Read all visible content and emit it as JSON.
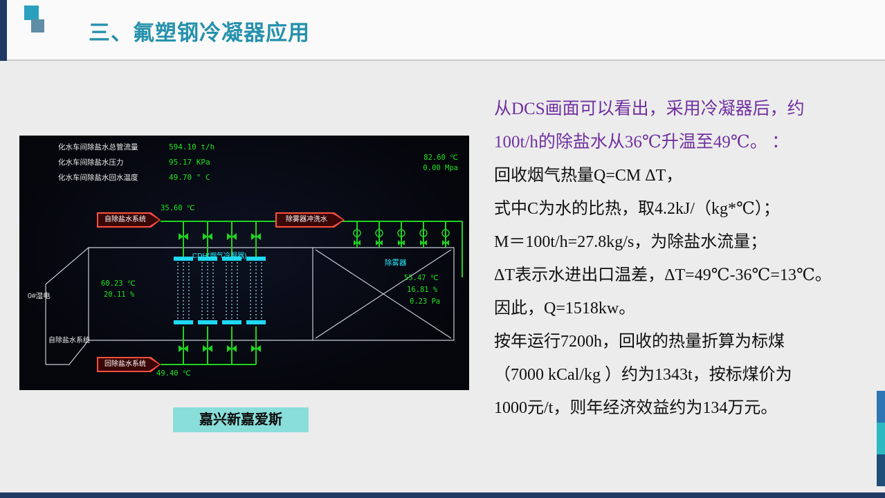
{
  "header": {
    "title": "三、氟塑钢冷凝器应用"
  },
  "dcs": {
    "readings": [
      {
        "label": "化水车间除盐水总管流量",
        "value": "594.10 t/h"
      },
      {
        "label": "化水车间除盐水压力",
        "value": "95.17 KPa"
      },
      {
        "label": "化水车间除盐水回水温度",
        "value": "49.70 ° C"
      }
    ],
    "stack_temp": "82.60 ℃",
    "stack_pressure": "0.00 Mpa",
    "inlet_water_temp": "35.60 ℃",
    "return_water_temp": "49.40 ℃",
    "tag_supply": "自除盐水系统",
    "tag_spray": "除雾器冲洗水",
    "tag_return": "回除盐水系统",
    "condenser_label": "CDH(烟气冷凝器)",
    "demister_label": "除雾器",
    "wet_esp_label": "0#湿电",
    "inlet_gas_temp": "60.23 ℃",
    "inlet_gas_humidity": "20.11 %",
    "outlet_gas_temp": "55.47 ℃",
    "outlet_gas_humidity": "16.81 %",
    "outlet_gas_pressure": "0.23 Pa",
    "duct_label": "自除盐水系统"
  },
  "caption": "嘉兴新嘉爱斯",
  "body": {
    "highlight_lines": [
      "从DCS画面可以看出，采用冷凝器后，约",
      "100t/h的除盐水从36℃升温至49℃。 ："
    ],
    "lines": [
      "回收烟气热量Q=CM ΔT，",
      "式中C为水的比热，取4.2kJ/（kg*℃）；",
      "M＝100t/h=27.8kg/s，为除盐水流量；",
      "ΔT表示水进出口温差，ΔT=49℃-36℃=13℃。",
      "因此，Q=1518kw。",
      "按年运行7200h，回收的热量折算为标煤",
      "（7000 kCal/kg ）约为1343t，按标煤价为",
      "1000元/t，则年经济效益约为134万元。"
    ]
  }
}
